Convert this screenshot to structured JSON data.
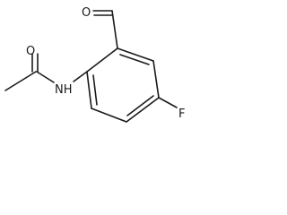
{
  "molecule": {
    "atoms": {
      "aldehyde_oxygen": "O",
      "amide_oxygen": "O",
      "amide_nitrogen": "NH",
      "fluorine": "F"
    }
  }
}
